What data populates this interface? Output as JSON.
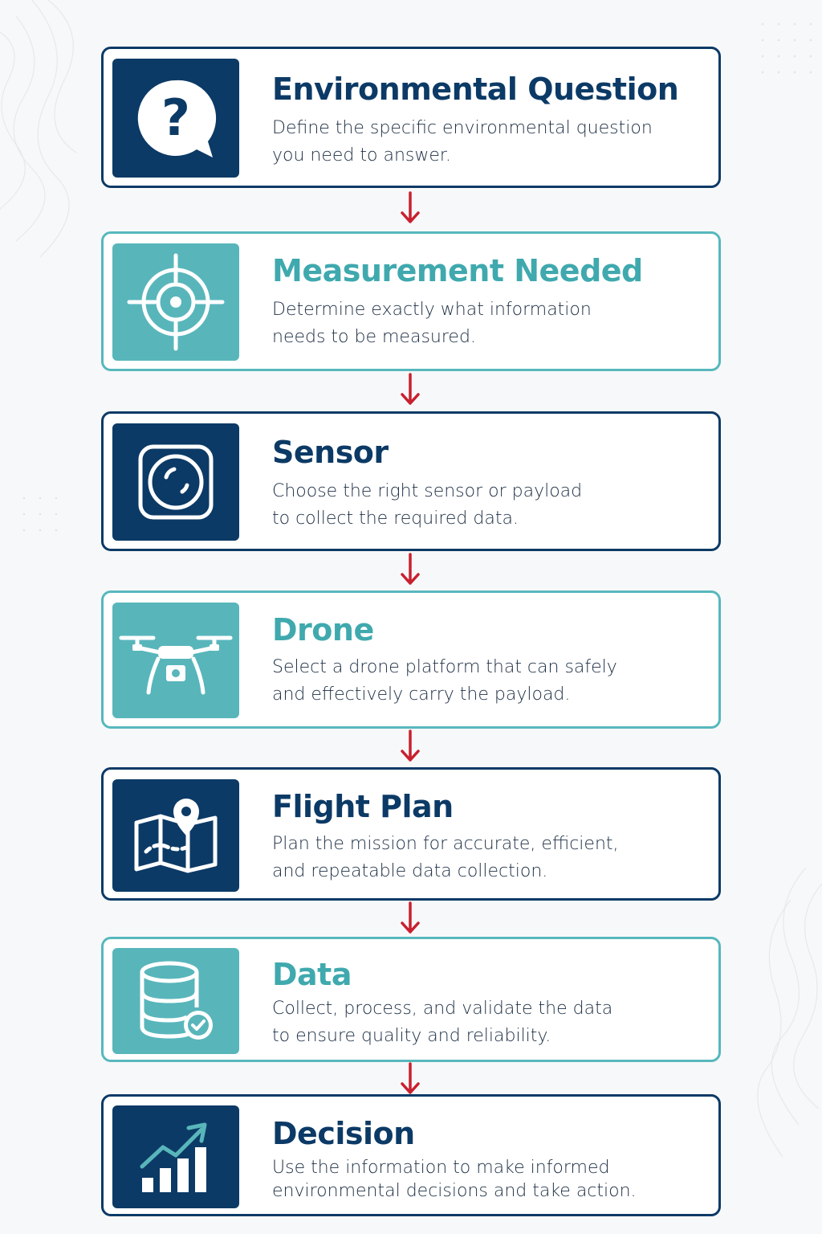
{
  "steps": [
    {
      "title": "Environmental Question",
      "desc_line1": "Define the specific environmental question",
      "desc_line2": "you need to answer.",
      "icon": "question-bubble-icon",
      "theme": "navy"
    },
    {
      "title": "Measurement Needed",
      "desc_line1": "Determine exactly what information",
      "desc_line2": "needs to be measured.",
      "icon": "target-crosshair-icon",
      "theme": "teal"
    },
    {
      "title": "Sensor",
      "desc_line1": "Choose the right sensor or payload",
      "desc_line2": "to collect the required data.",
      "icon": "camera-sensor-icon",
      "theme": "navy"
    },
    {
      "title": "Drone",
      "desc_line1": "Select a drone platform that can safely",
      "desc_line2": "and effectively carry the payload.",
      "icon": "drone-icon",
      "theme": "teal"
    },
    {
      "title": "Flight Plan",
      "desc_line1": "Plan the mission for accurate, efficient,",
      "desc_line2": "and repeatable data collection.",
      "icon": "map-pin-icon",
      "theme": "navy"
    },
    {
      "title": "Data",
      "desc_line1": "Collect, process, and validate the data",
      "desc_line2": "to ensure quality and reliability.",
      "icon": "database-check-icon",
      "theme": "teal"
    },
    {
      "title": "Decision",
      "desc_line1": "Use the information to make informed",
      "desc_line2": "environmental decisions and take action.",
      "icon": "growth-chart-icon",
      "theme": "navy"
    }
  ],
  "colors": {
    "navy": "#0c3a66",
    "teal": "#58b6bb",
    "arrow": "#c8202f"
  }
}
